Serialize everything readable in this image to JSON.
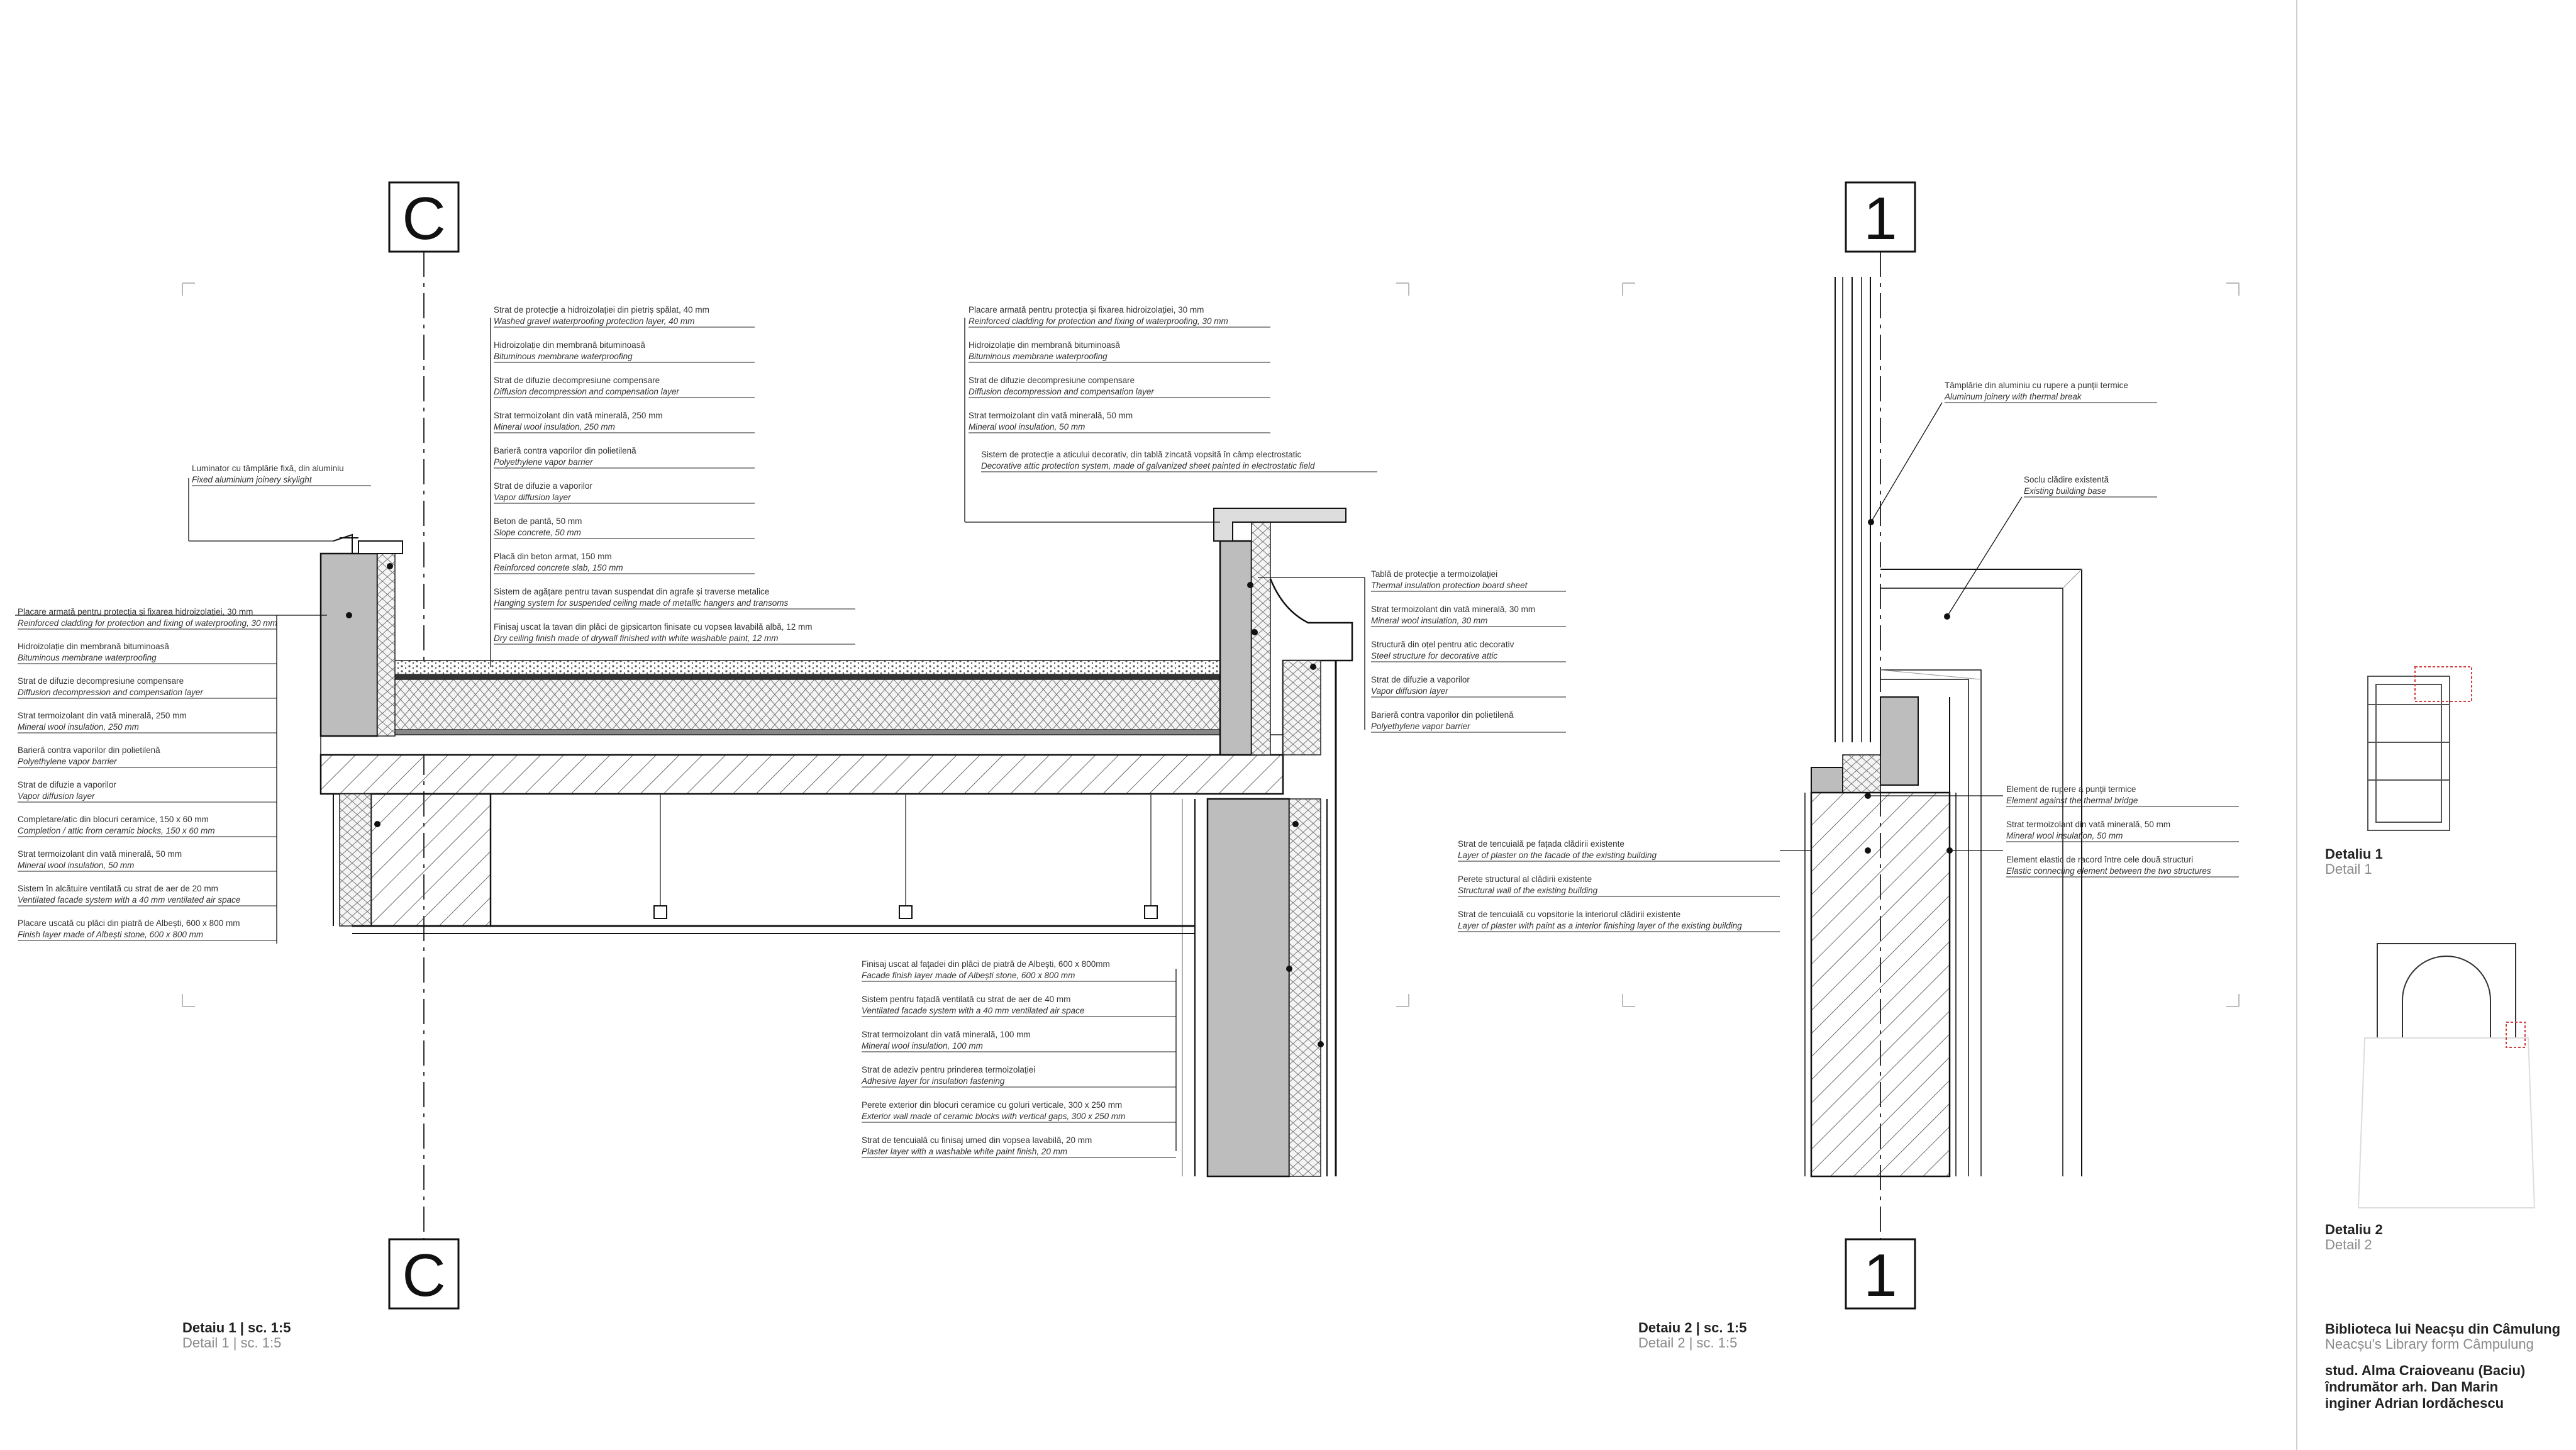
{
  "colors": {
    "line": "#111111",
    "light_line": "#9a9a9a",
    "insulation_fill": "#f2f2f2",
    "gray_fill": "#b9b9b9",
    "highlight": "#d04040"
  },
  "axis_marks": {
    "detail1": {
      "top": "C",
      "bottom": "C"
    },
    "detail2": {
      "top": "1",
      "bottom": "1"
    }
  },
  "detail1_roof_notes": [
    {
      "ro": "Strat de protecție a hidroizolației din pietriș spălat, 40 mm",
      "en": "Washed gravel waterproofing protection layer, 40 mm"
    },
    {
      "ro": "Hidroizolație din membrană bituminoasă",
      "en": "Bituminous membrane waterproofing"
    },
    {
      "ro": "Strat de difuzie decompresiune compensare",
      "en": "Diffusion decompression and compensation layer"
    },
    {
      "ro": "Strat termoizolant din vată minerală, 250 mm",
      "en": "Mineral wool insulation, 250 mm"
    },
    {
      "ro": "Barieră contra vaporilor din polietilenă",
      "en": "Polyethylene vapor barrier"
    },
    {
      "ro": "Strat de difuzie a vaporilor",
      "en": "Vapor diffusion layer"
    },
    {
      "ro": "Beton de pantă, 50 mm",
      "en": "Slope concrete, 50 mm"
    },
    {
      "ro": "Placă din beton armat, 150 mm",
      "en": "Reinforced concrete slab, 150 mm"
    },
    {
      "ro": "Sistem de agățare pentru tavan suspendat din agrafe și traverse metalice",
      "en": "Hanging system for suspended ceiling made of metallic hangers and transoms"
    },
    {
      "ro": "Finisaj uscat la tavan din plăci de gipsicarton finisate cu vopsea lavabilă albă, 12 mm",
      "en": "Dry ceiling finish made of drywall finished with white washable paint, 12 mm"
    }
  ],
  "detail1_attic_notes": [
    {
      "ro": "Placare armată pentru protecția și fixarea hidroizolației, 30 mm",
      "en": "Reinforced cladding for protection and fixing of waterproofing, 30 mm"
    },
    {
      "ro": "Hidroizolație din membrană bituminoasă",
      "en": "Bituminous membrane waterproofing"
    },
    {
      "ro": "Strat de difuzie decompresiune compensare",
      "en": "Diffusion decompression and compensation layer"
    },
    {
      "ro": "Strat termoizolant din vată minerală, 50 mm",
      "en": "Mineral wool insulation, 50 mm"
    },
    {
      "ro": "Sistem de protecție a aticului decorativ, din tablă zincată vopsită în câmp electrostatic",
      "en": "Decorative attic protection system, made of galvanized sheet painted in electrostatic field"
    }
  ],
  "detail1_skylight_note": {
    "ro": "Luminator cu tâmplărie fixă, din aluminiu",
    "en": "Fixed aluminium joinery skylight"
  },
  "detail1_left_notes": [
    {
      "ro": "Placare armată pentru protecția și fixarea hidroizolației, 30 mm",
      "en": "Reinforced cladding for protection and fixing of waterproofing, 30 mm"
    },
    {
      "ro": "Hidroizolație din membrană bituminoasă",
      "en": "Bituminous membrane waterproofing"
    },
    {
      "ro": "Strat de difuzie decompresiune compensare",
      "en": "Diffusion decompression and compensation layer"
    },
    {
      "ro": "Strat termoizolant din vată minerală, 250 mm",
      "en": "Mineral wool insulation, 250 mm"
    },
    {
      "ro": "Barieră contra vaporilor din polietilenă",
      "en": "Polyethylene vapor barrier"
    },
    {
      "ro": "Strat de difuzie a vaporilor",
      "en": "Vapor diffusion layer"
    },
    {
      "ro": "Completare/atic din blocuri ceramice, 150 x 60 mm",
      "en": "Completion / attic from ceramic blocks, 150 x 60 mm"
    },
    {
      "ro": "Strat termoizolant din vată minerală, 50 mm",
      "en": "Mineral wool insulation, 50 mm"
    },
    {
      "ro": "Sistem în alcătuire ventilată cu strat de aer de 20 mm",
      "en": "Ventilated facade system with a 40 mm ventilated air space"
    },
    {
      "ro": "Placare uscată cu plăci din piatră de Albești, 600 x 800 mm",
      "en": "Finish layer made of Albești stone, 600 x 800 mm"
    }
  ],
  "detail1_right_notes": [
    {
      "ro": "Tablă de protecție a termoizolației",
      "en": "Thermal insulation protection board sheet"
    },
    {
      "ro": "Strat termoizolant din vată minerală, 30 mm",
      "en": "Mineral wool insulation, 30 mm"
    },
    {
      "ro": "Structură din oțel pentru atic decorativ",
      "en": "Steel structure for decorative attic"
    },
    {
      "ro": "Strat de difuzie a vaporilor",
      "en": "Vapor diffusion layer"
    },
    {
      "ro": "Barieră contra vaporilor din polietilenă",
      "en": "Polyethylene vapor barrier"
    }
  ],
  "detail1_facade_notes": [
    {
      "ro": "Finisaj uscat al fațadei din plăci de piatră de Albești, 600 x 800mm",
      "en": "Facade finish layer made of Albești stone, 600 x 800 mm"
    },
    {
      "ro": "Sistem pentru fațadă ventilată cu strat de aer de 40 mm",
      "en": "Ventilated facade system with a 40 mm ventilated air space"
    },
    {
      "ro": "Strat termoizolant din vată minerală, 100 mm",
      "en": "Mineral wool insulation, 100 mm"
    },
    {
      "ro": "Strat de adeziv pentru prinderea termoizolației",
      "en": "Adhesive layer for insulation fastening"
    },
    {
      "ro": "Perete exterior din blocuri ceramice cu goluri verticale, 300 x 250 mm",
      "en": "Exterior wall made of ceramic blocks with vertical gaps, 300 x 250 mm"
    },
    {
      "ro": "Strat de tencuială cu finisaj umed din vopsea lavabilă, 20 mm",
      "en": "Plaster layer with a washable white paint finish, 20 mm"
    }
  ],
  "detail2_top_notes": [
    {
      "ro": "Tâmplărie din aluminiu cu rupere a punții termice",
      "en": "Aluminum joinery with thermal break"
    },
    {
      "ro": "Soclu clădire existentă",
      "en": "Existing building base"
    }
  ],
  "detail2_right_notes": [
    {
      "ro": "Element de rupere a punții termice",
      "en": "Element against the thermal bridge"
    },
    {
      "ro": "Strat termoizolant din vată minerală, 50 mm",
      "en": "Mineral wool insulation, 50 mm"
    },
    {
      "ro": "Element elastic de racord între cele două structuri",
      "en": "Elastic connecting element between the two structures"
    }
  ],
  "detail2_left_notes": [
    {
      "ro": "Strat de tencuială pe fațada clădirii existente",
      "en": "Layer of plaster on the facade of the existing building"
    },
    {
      "ro": "Perete structural al clădirii existente",
      "en": "Structural wall of the existing building"
    },
    {
      "ro": "Strat de tencuială cu vopsitorie la interiorul clădirii existente",
      "en": "Layer of plaster with paint as a interior finishing layer of the existing building"
    }
  ],
  "captions": {
    "detail1": {
      "main": "Detaiu 1 | sc. 1:5",
      "sub": "Detail 1 | sc. 1:5"
    },
    "detail2": {
      "main": "Detaiu 2 | sc. 1:5",
      "sub": "Detail 2 | sc. 1:5"
    }
  },
  "sidebar": {
    "key1": {
      "main": "Detaliu 1",
      "sub": "Detail 1"
    },
    "key2": {
      "main": "Detaliu 2",
      "sub": "Detail 2"
    },
    "project": {
      "title": "Biblioteca lui Neacșu din Câmulung",
      "subtitle": "Neacșu's Library form Câmpulung",
      "student": "stud. Alma Craioveanu (Baciu)",
      "tutor": "îndrumător  arh. Dan Marin",
      "engineer": "inginer Adrian Iordăchescu"
    }
  }
}
